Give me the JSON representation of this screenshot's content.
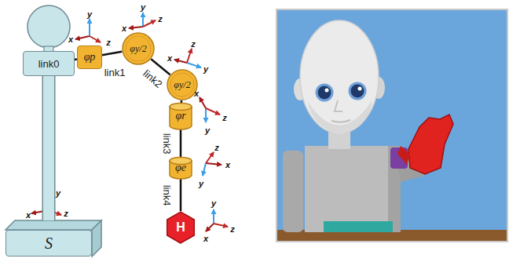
{
  "diagram": {
    "nodes": [
      {
        "text": [
          "link0"
        ]
      },
      {
        "text": [
          "φp"
        ]
      },
      {
        "text": [
          "φy/2"
        ]
      },
      {
        "text": [
          "φy/2"
        ]
      },
      {
        "text": [
          "φr"
        ]
      },
      {
        "text": [
          "φe"
        ]
      },
      {
        "text": [
          "H"
        ]
      },
      {
        "text": [
          "S"
        ]
      }
    ],
    "edges": [
      {
        "from": 0,
        "to": 1,
        "arrow": "none"
      },
      {
        "from": 1,
        "to": 2,
        "label": "link1",
        "arrow": "none"
      },
      {
        "from": 2,
        "to": 3,
        "label": "link2",
        "arrow": "none"
      },
      {
        "from": 3,
        "to": 4,
        "arrow": "none"
      },
      {
        "from": 4,
        "to": 5,
        "label": "link3",
        "arrow": "none"
      },
      {
        "from": 5,
        "to": 6,
        "label": "link4",
        "arrow": "none"
      },
      {
        "from": 0,
        "to": 7,
        "arrow": "none"
      }
    ],
    "labels": [
      "x",
      "y",
      "z",
      "x",
      "y",
      "z",
      "x",
      "y",
      "z",
      "x",
      "y",
      "z",
      "x",
      "y",
      "z",
      "x",
      "y",
      "z",
      "x",
      "y",
      "z"
    ]
  }
}
